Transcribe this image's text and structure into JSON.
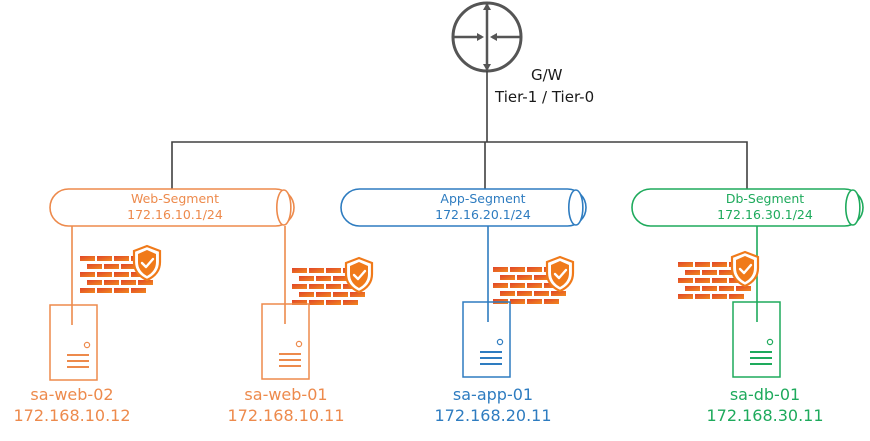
{
  "gateway": {
    "icon": "router-icon",
    "name": "G/W",
    "tier": "Tier-1 / Tier-0",
    "color": "#404040"
  },
  "segments": [
    {
      "id": "web",
      "name": "Web-Segment",
      "cidr": "172.16.10.1/24",
      "color": "#ED8A4C"
    },
    {
      "id": "app",
      "name": "App-Segment",
      "cidr": "172.16.20.1/24",
      "color": "#2E7CC0"
    },
    {
      "id": "db",
      "name": "Db-Segment",
      "cidr": "172.16.30.1/24",
      "color": "#1EAA5C"
    }
  ],
  "hosts": [
    {
      "name": "sa-web-02",
      "ip": "172.168.10.12",
      "segment": "web",
      "color": "#ED8A4C"
    },
    {
      "name": "sa-web-01",
      "ip": "172.168.10.11",
      "segment": "web",
      "color": "#ED8A4C"
    },
    {
      "name": "sa-app-01",
      "ip": "172.168.20.11",
      "segment": "app",
      "color": "#2E7CC0"
    },
    {
      "name": "sa-db-01",
      "ip": "172.168.30.11",
      "segment": "db",
      "color": "#1EAA5C"
    }
  ],
  "firewall": {
    "icon": "firewall-shield-icon",
    "brick_color_top": "#E0442A",
    "brick_color_bottom": "#F28A1E",
    "shield_color": "#F07A1A"
  }
}
